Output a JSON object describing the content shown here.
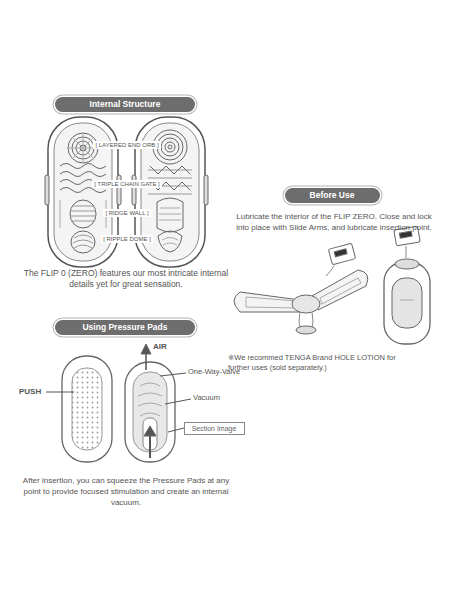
{
  "diagram": {
    "nodes": [
      {
        "text": [
          "Internal Structure"
        ]
      },
      {
        "text": [
          "Before Use"
        ]
      },
      {
        "text": [
          "Using Pressure Pads"
        ]
      },
      {
        "text": [
          "Section Image"
        ]
      }
    ],
    "labels": [
      "[ LAYERED END ORB ]",
      "[ TRIPLE CHAIN GATE ]",
      "[ RIDGE WALL ]",
      "[ RIPPLE DOME ]",
      "The FLIP 0 (ZERO) features our most intricate internal details yet for great sensation.",
      "Lubricate the interior of the FLIP ZERO. Close and lock into place with Slide Arms, and lubricate insertion point.",
      "※We recommed TENGA Brand HOLE LOTION for further uses (sold separately.)",
      "PUSH",
      "AIR",
      "One-Way-Valve",
      "Vacuum",
      "After insertion, you can squeeze the Pressure Pads at any point to provide focused stimulation and create an internal vacuum."
    ]
  }
}
